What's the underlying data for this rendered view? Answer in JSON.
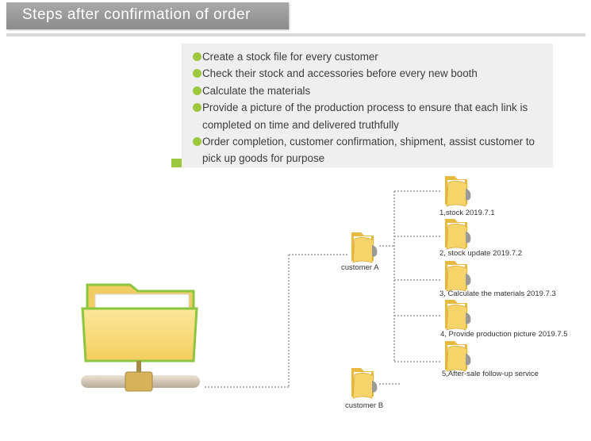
{
  "header": {
    "title": "Steps after confirmation of order"
  },
  "steps": [
    "Create a stock file for every customer",
    "Check their stock and accessories before every new booth",
    "Calculate the materials",
    "Provide a picture of the production process to ensure that each link is completed on time and delivered truthfully",
    "Order completion, customer confirmation, shipment, assist customer to pick up goods for purpose"
  ],
  "tree": {
    "root": {
      "icon": "server-folder-icon"
    },
    "customers": [
      {
        "label": "customer A",
        "icon": "folder-icon"
      },
      {
        "label": "customer B",
        "icon": "folder-icon"
      }
    ],
    "files": [
      {
        "label": "1,stock 2019.7.1",
        "icon": "folder-icon"
      },
      {
        "label": "2, stock update 2019.7.2",
        "icon": "folder-icon"
      },
      {
        "label": "3, Calculate the materials 2019.7.3",
        "icon": "folder-icon"
      },
      {
        "label": "4, Provide production picture 2019.7.5",
        "icon": "folder-icon"
      },
      {
        "label": "5,After-sale follow-up service",
        "icon": "folder-icon"
      }
    ]
  },
  "colors": {
    "accent_green": "#9bc83e",
    "title_bar": "#999999",
    "folder_yellow": "#f6d46a",
    "connector": "#b3b3b3"
  }
}
